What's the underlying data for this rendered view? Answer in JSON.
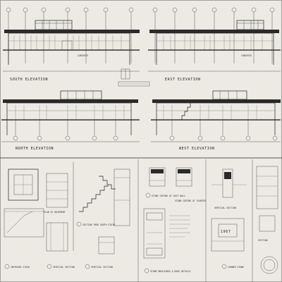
{
  "elevations": {
    "south": "SOUTH ELEVATION",
    "east": "EAST ELEVATION",
    "north": "NORTH ELEVATION",
    "west": "WEST ELEVATION"
  },
  "notes": {
    "concrete_1": "CONCRETE",
    "concrete_2": "CONCRETE",
    "year": "1967"
  },
  "details": {
    "interior_stair": "INTERIOR STAIR",
    "vertical_section_a": "VERTICAL SECTION",
    "vertical_section_b": "VERTICAL SECTION",
    "section_south_stair": "SECTION THRU SOUTH STAIR",
    "plan_basement": "PLAN AT BASEMENT",
    "stone_coping_east": "STONE COPING AT EAST WALL",
    "stone_coping_planter": "STONE COPING AT PLANTER",
    "stone_mouldings": "STONE MOULDINGS & BASE DETAILS",
    "vertical_section_c": "VERTICAL SECTION",
    "corner_stone": "CORNER STONE",
    "section_right": "SECTION"
  }
}
